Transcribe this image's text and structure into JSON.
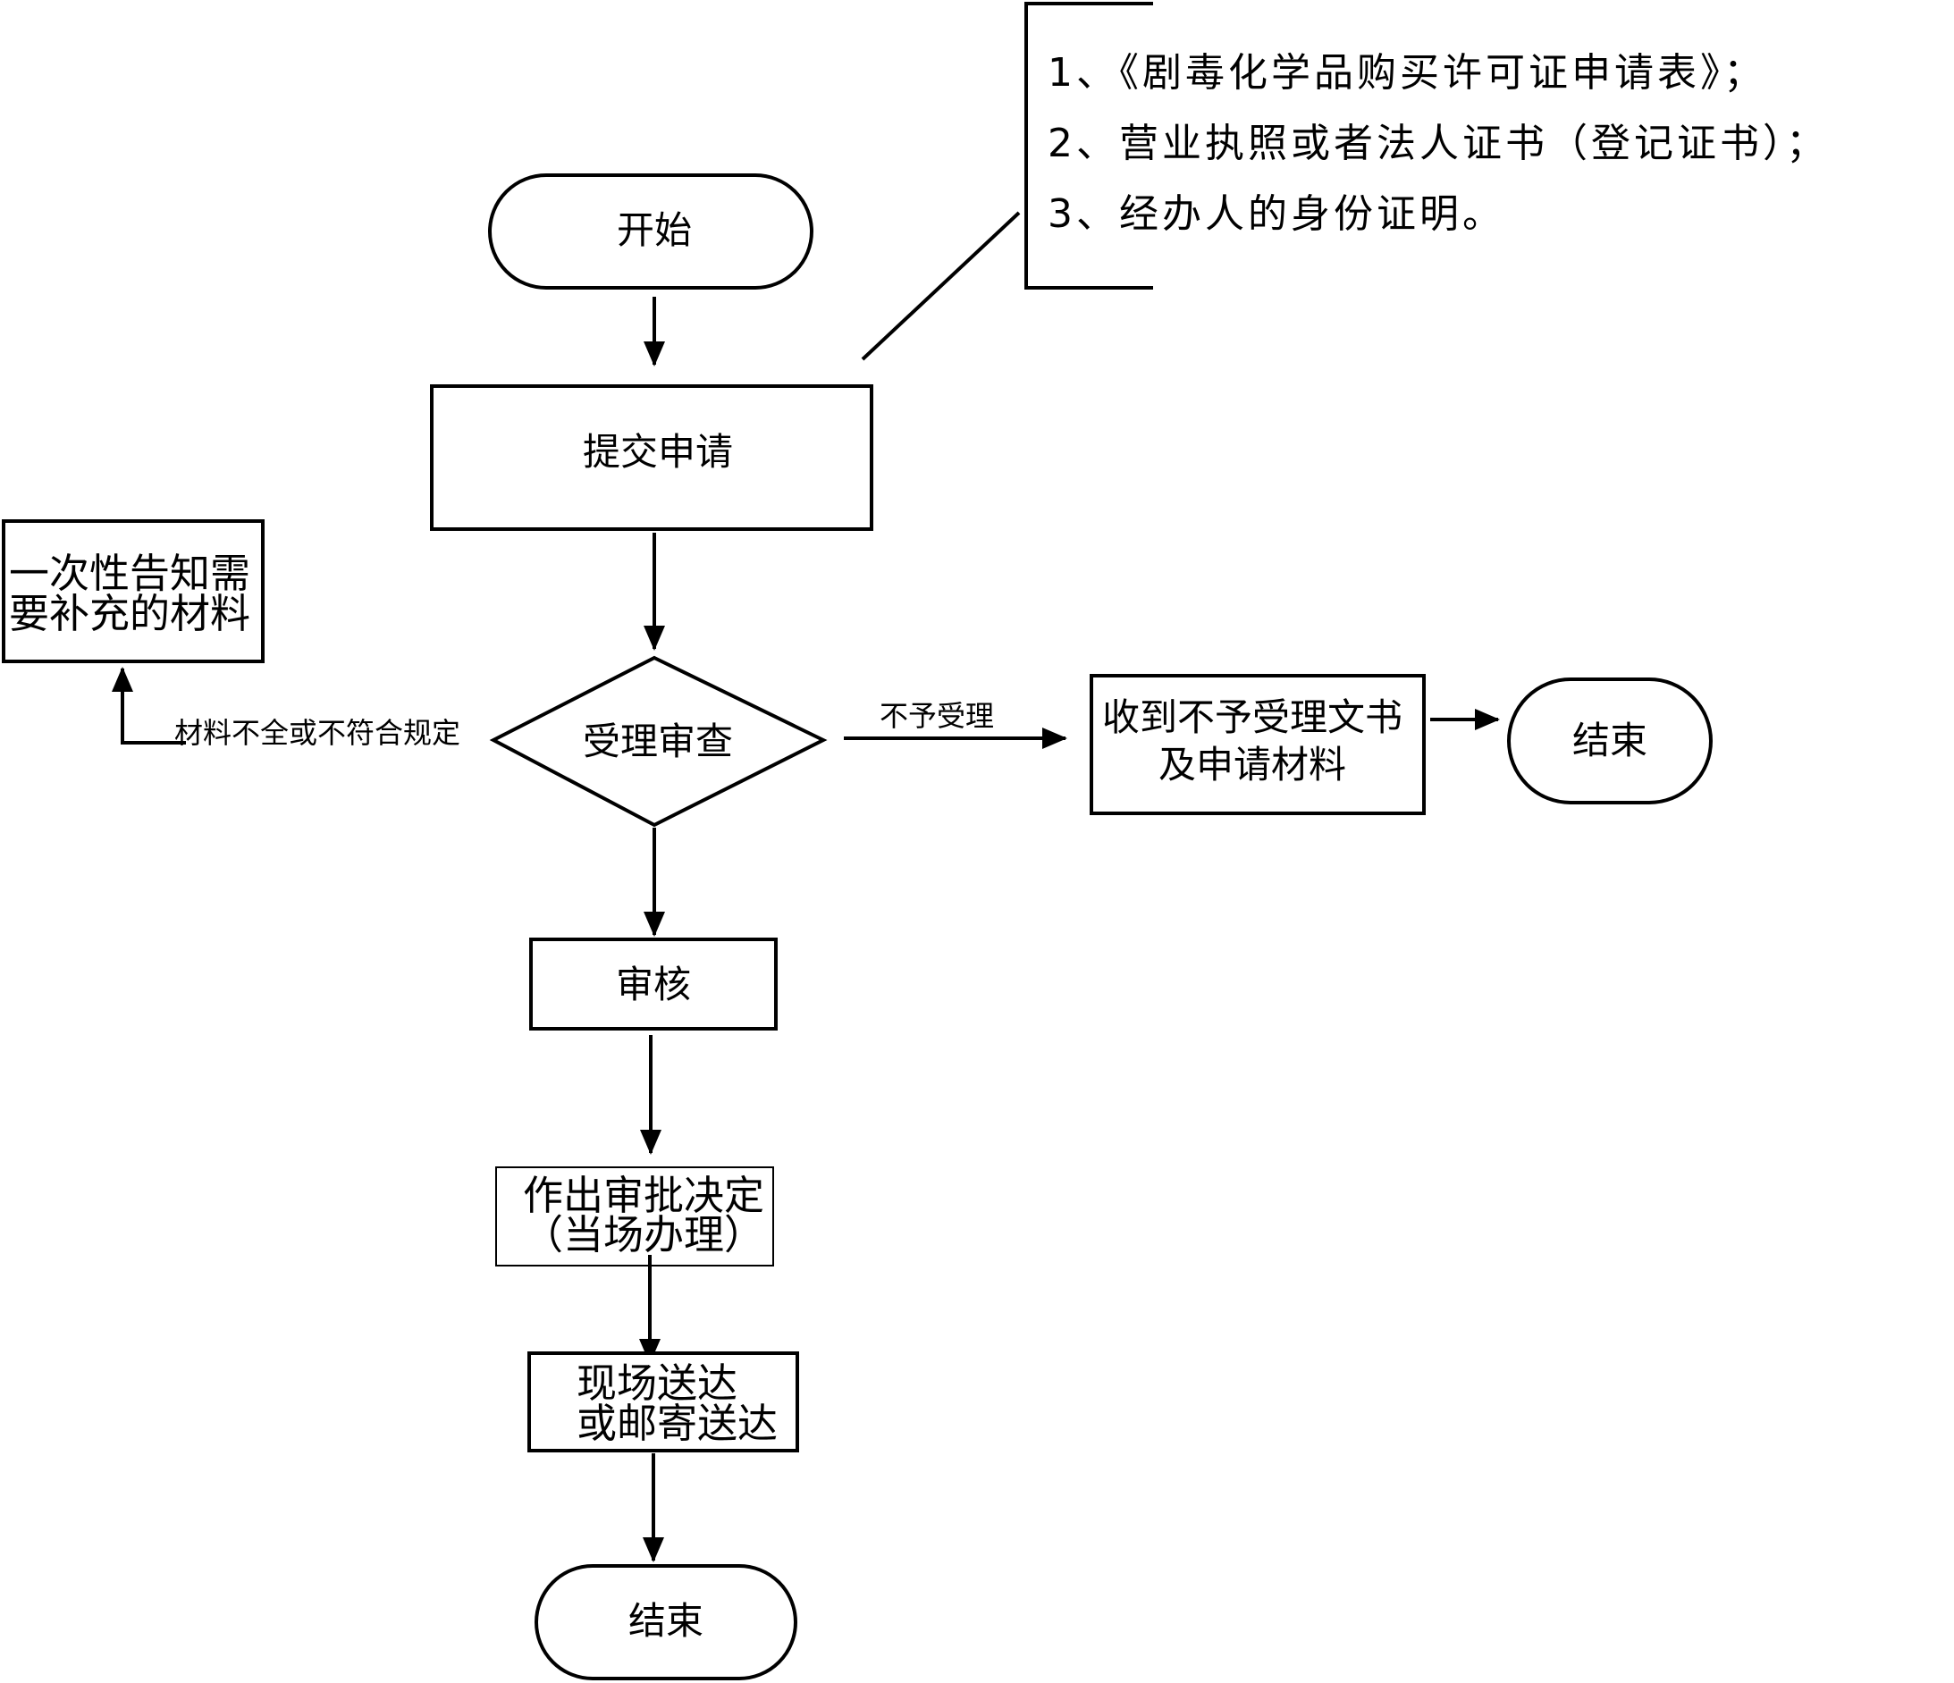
{
  "nodes": {
    "start": "开始",
    "submit": "提交申请",
    "notify": [
      "一次性告知需",
      "要补充的材料"
    ],
    "review": "受理审查",
    "reject_doc": [
      "收到不予受理文书",
      "及申请材料"
    ],
    "end_right": "结束",
    "audit": "审核",
    "decision": [
      "作出审批决定",
      "（当场办理）"
    ],
    "deliver": [
      "现场送达",
      "或邮寄送达"
    ],
    "end_bottom": "结束"
  },
  "edge_labels": {
    "incomplete": "材料不全或不符合规定",
    "not_accepted": "不予受理"
  },
  "requirements": [
    "1、《剧毒化学品购买许可证申请表》；",
    "2、营业执照或者法人证书（登记证书）；",
    "3、经办人的身份证明。"
  ]
}
